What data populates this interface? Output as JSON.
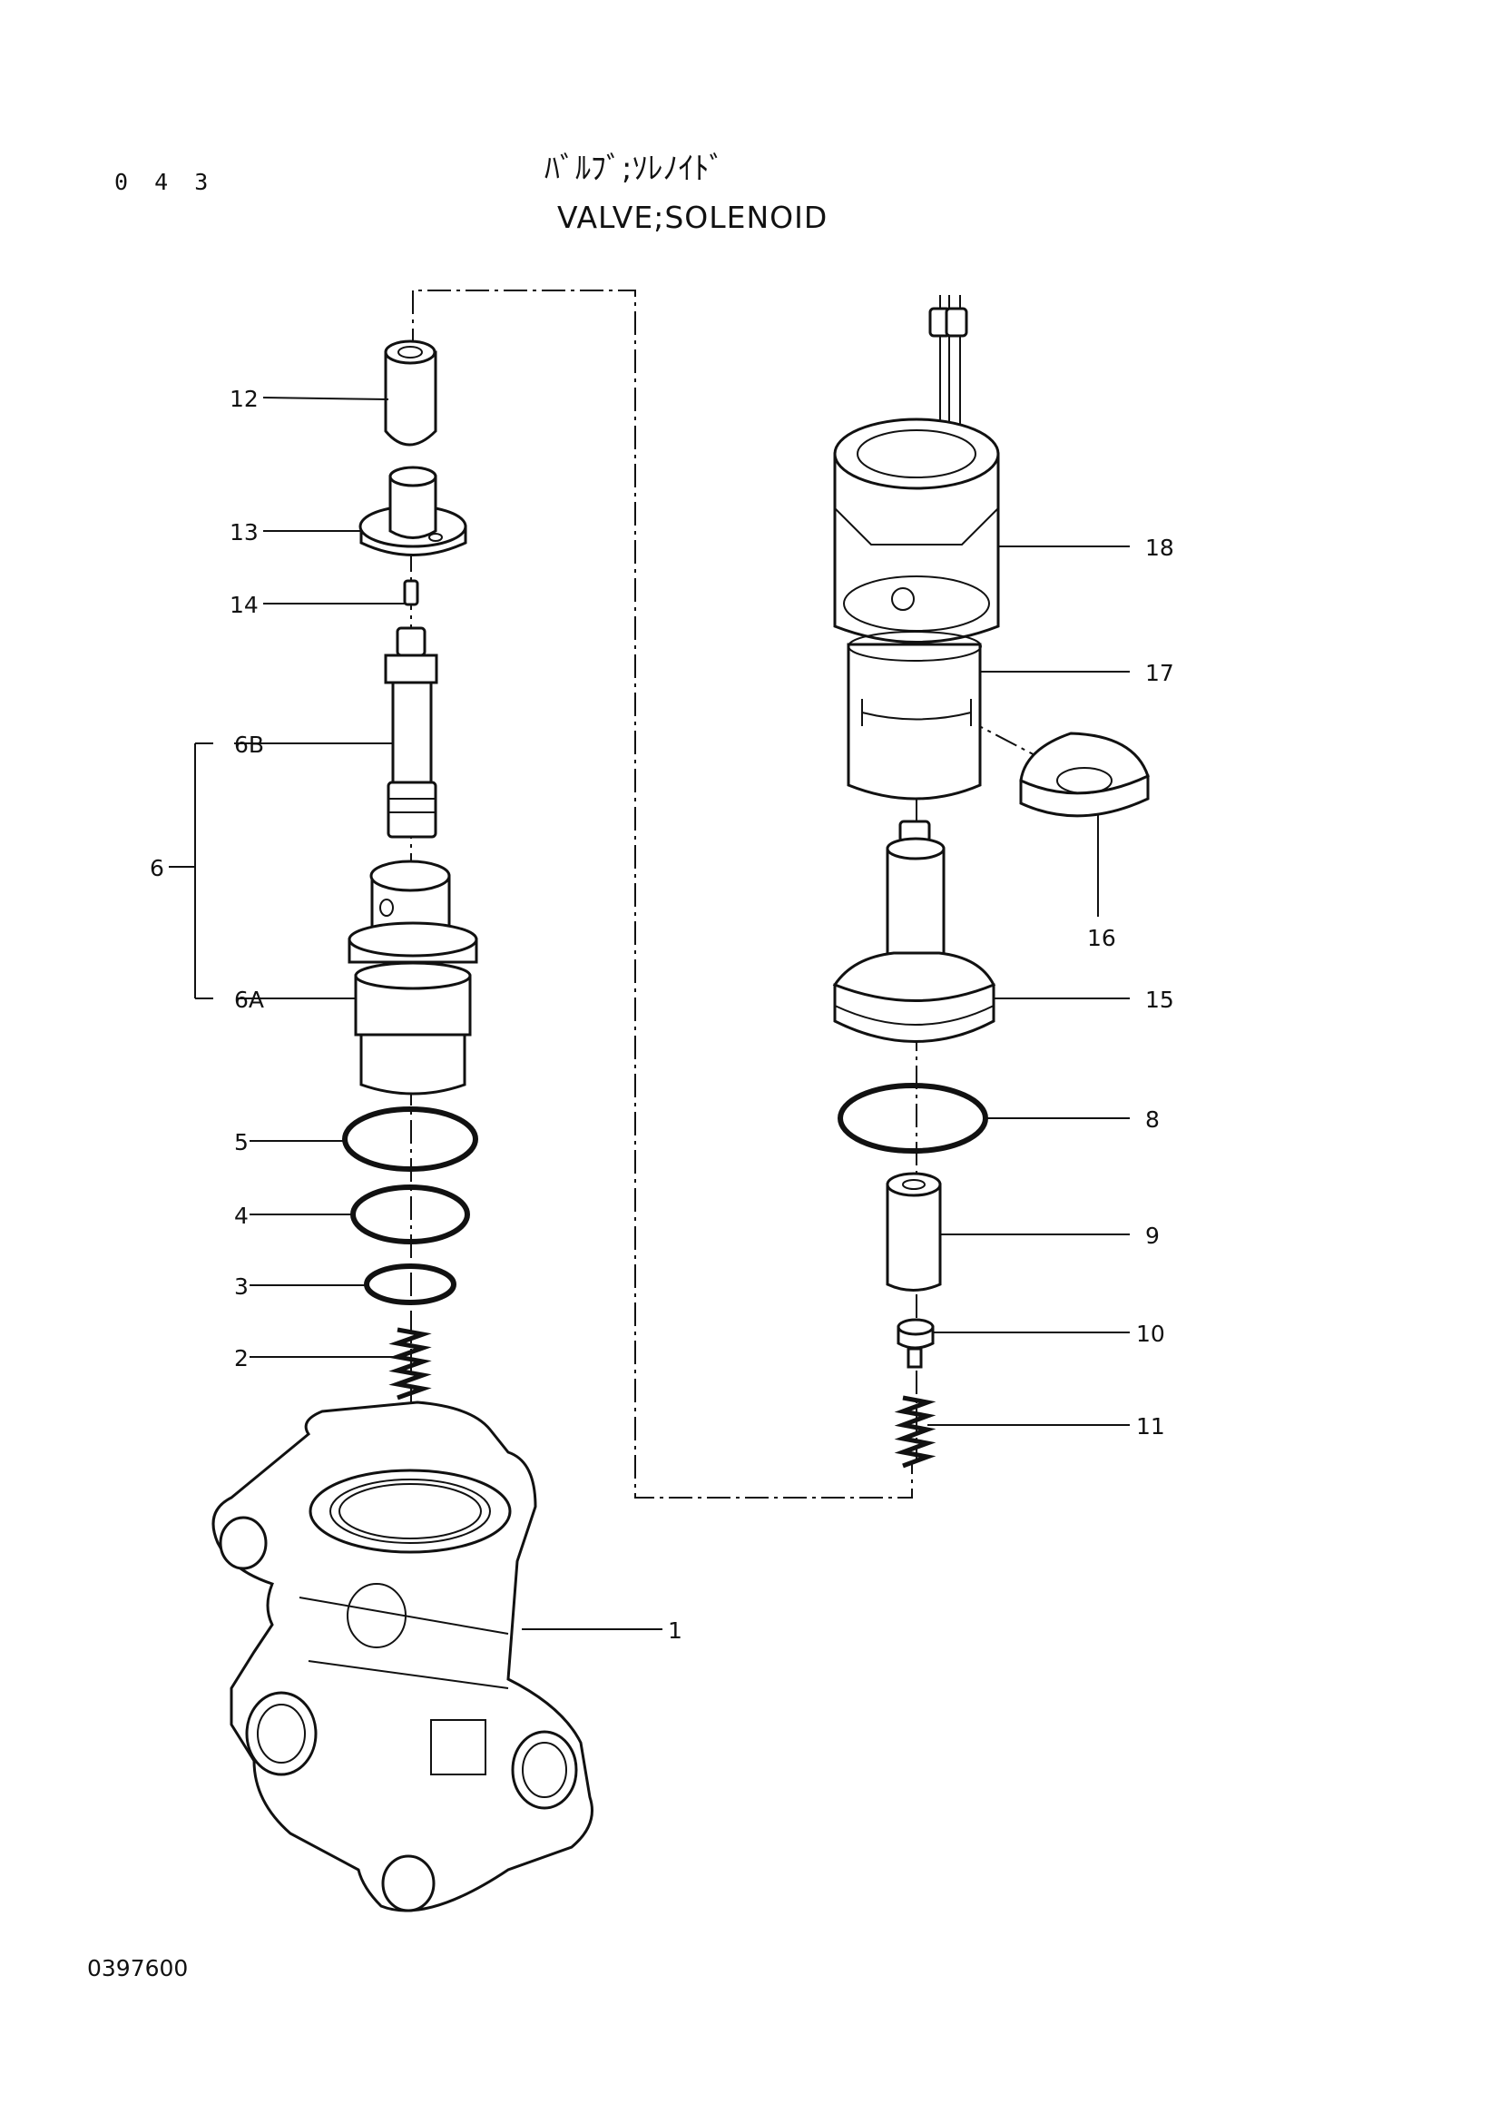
{
  "header": {
    "page_number": "0 4 3",
    "title_jp": "ﾊﾞﾙﾌﾞ;ｿﾚﾉｲﾄﾞ",
    "title_en": "VALVE;SOLENOID"
  },
  "footer": {
    "drawing_number": "0397600"
  },
  "callouts": {
    "c1": "1",
    "c2": "2",
    "c3": "3",
    "c4": "4",
    "c5": "5",
    "c6": "6",
    "c6A": "6A",
    "c6B": "6B",
    "c8": "8",
    "c9": "9",
    "c10": "10",
    "c11": "11",
    "c12": "12",
    "c13": "13",
    "c14": "14",
    "c15": "15",
    "c16": "16",
    "c17": "17",
    "c18": "18"
  }
}
